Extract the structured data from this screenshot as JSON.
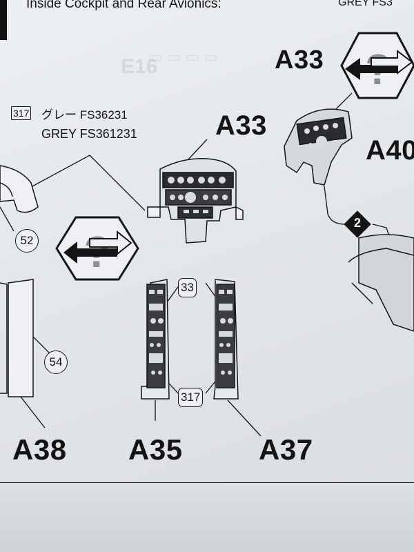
{
  "header": {
    "title": "Inside Cockpit and Rear Avionics:",
    "right_text": "GREY FS3"
  },
  "paint_callout": {
    "code": "317",
    "jp_label": "グレー FS36231",
    "en_label": "GREY FS361231"
  },
  "labels": {
    "a33_main": "A33",
    "a33_top": "A33",
    "a40": "A40",
    "a38": "A38",
    "a35": "A35",
    "a37": "A37"
  },
  "callouts": {
    "c52": "52",
    "c54": "54",
    "box33": "33",
    "box317": "317",
    "step2": "2"
  },
  "icons": [
    "swap-arrows-question-icon"
  ],
  "colors": {
    "ink": "#141414",
    "paper": "#e6e9ed",
    "icon_grey": "#8a8f96"
  }
}
